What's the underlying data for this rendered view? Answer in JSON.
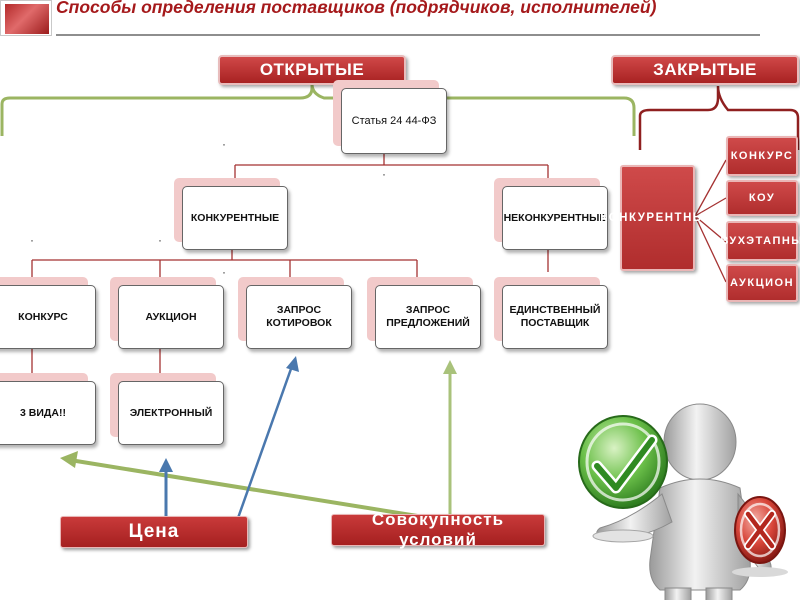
{
  "title": "Способы определения поставщиков (подрядчиков, исполнителей)",
  "headers": {
    "open": "ОТКРЫТЫЕ",
    "closed": "ЗАКРЫТЫЕ"
  },
  "root": "Статья 24 44-ФЗ",
  "level2": {
    "competitive": "КОНКУРЕНТНЫЕ",
    "noncompetitive": "НЕКОНКУРЕНТНЫЕ"
  },
  "level3": {
    "contest": "КОНКУРС",
    "auction": "АУКЦИОН",
    "quotes": "ЗАПРОС КОТИРОВОК",
    "proposals": "ЗАПРОС ПРЕДЛОЖЕНИЙ",
    "single": "ЕДИНСТВЕННЫЙ ПОСТАВЩИК"
  },
  "level4": {
    "three_types": "3 ВИДА!!",
    "electronic": "ЭЛЕКТРОННЫЙ"
  },
  "closed": {
    "main": "КОНКУРЕНТНЫЕ",
    "items": [
      "КОНКУРС",
      "КОУ",
      "ДВУХЭТАПНЫЙ",
      "АУКЦИОН"
    ]
  },
  "bottom": {
    "price": "Цена",
    "conditions": "Совокупность условий"
  },
  "colors": {
    "accent": "#a5191b",
    "bracket": "#9bb562",
    "blue_arrow": "#4a78ae",
    "green_arrow": "#a9c27b"
  },
  "icons": [
    "checkmark-icon",
    "cross-icon"
  ]
}
